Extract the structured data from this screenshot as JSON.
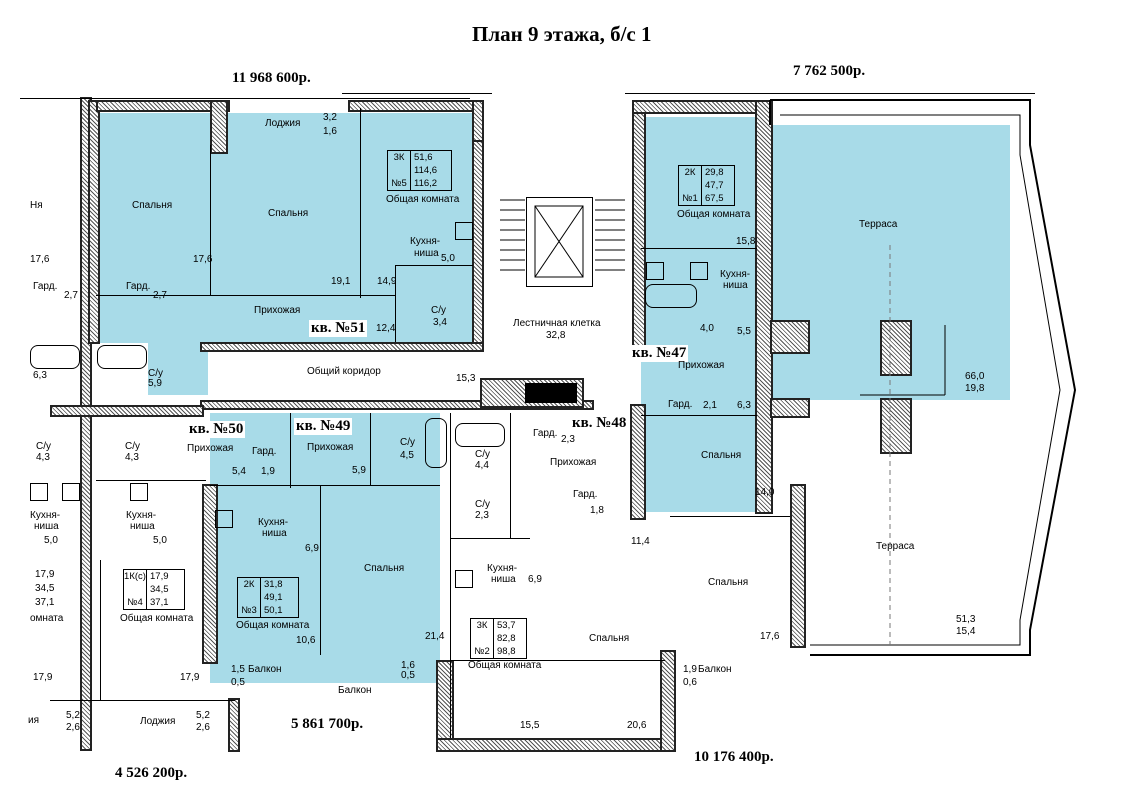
{
  "title": "План 9 этажа, б/с 1",
  "prices": {
    "p1": "11 968 600р.",
    "p2": "7 762 500р.",
    "p3": "5 861 700р.",
    "p4": "4 526 200р.",
    "p5": "10 176 400р."
  },
  "apartments": {
    "a51": "кв. №51",
    "a47": "кв. №47",
    "a50": "кв. №50",
    "a49": "кв. №49",
    "a48": "кв. №48"
  },
  "info_boxes": {
    "k5": {
      "rooms": "3К",
      "num": "№5",
      "v1": "51,6",
      "v2": "114,6",
      "v3": "116,2",
      "caption": "Общая комната"
    },
    "k1": {
      "rooms": "2К",
      "num": "№1",
      "v1": "29,8",
      "v2": "47,7",
      "v3": "67,5",
      "caption": "Общая комната"
    },
    "k3": {
      "rooms": "2К",
      "num": "№3",
      "v1": "31,8",
      "v2": "49,1",
      "v3": "50,1",
      "caption": "Общая комната"
    },
    "k4": {
      "rooms": "1К(с)",
      "num": "№4",
      "v1": "17,9",
      "v2": "34,5",
      "v3": "37,1",
      "caption": "Общая комната"
    },
    "k2": {
      "rooms": "3К",
      "num": "№2",
      "v1": "53,7",
      "v2": "82,8",
      "v3": "98,8",
      "caption": "Общая комната"
    }
  },
  "room_labels": {
    "loggia1": "Лоджия",
    "bed1": "Спальня",
    "bed2": "Спальня",
    "kitchen51": "Кухня-",
    "kitchen51b": "ниша",
    "hall51": "Прихожая",
    "gard51": "Гард.",
    "bath51": "С/у",
    "corridor": "Общий коридор",
    "stair": "Лестничная клетка",
    "stair_area": "32,8",
    "terrace1": "Терраса",
    "terrace2": "Терраса",
    "kitchen47": "Кухня-",
    "kitchen47b": "ниша",
    "hall47": "Прихожая",
    "gard47": "Гард.",
    "bed47": "Спальня",
    "hall50": "Прихожая",
    "gard50": "Гард.",
    "hall49": "Прихожая",
    "bath49": "С/у",
    "kitchen49": "Кухня-",
    "kitchen49b": "ниша",
    "bed49": "Спальня",
    "balcony49a": "Балкон",
    "balcony49b": "Балкон",
    "gard48a": "Гард.",
    "hall48": "Прихожая",
    "bath48a": "С/у",
    "bath48b": "С/у",
    "gard48b": "Гард.",
    "kitchen48": "Кухня-",
    "kitchen48b": "ниша",
    "bed48a": "Спальня",
    "bed48b": "Спальня",
    "balcony48": "Балкон",
    "bathL1": "С/у",
    "bathL2": "С/у",
    "kitchenL1": "Кухня-",
    "kitchenL1b": "ниша",
    "kitchenL2": "Кухня-",
    "kitchenL2b": "ниша",
    "loggiaL": "Лоджия",
    "gardL": "Гард.",
    "bedL": "Спальня",
    "comL": "омната",
    "leftcut": "Ня",
    "leftcut2": "ия"
  },
  "areas": {
    "a32": "3,2",
    "a16": "1,6",
    "a176a": "17,6",
    "a176b": "17,6",
    "a191": "19,1",
    "a149": "14,9",
    "a50k": "5,0",
    "a124": "12,4",
    "a34": "3,4",
    "a27a": "2,7",
    "a27b": "2,7",
    "a59": "5,9",
    "a153": "15,3",
    "a158": "15,8",
    "a40": "4,0",
    "a55": "5,5",
    "a21": "2,1",
    "a63": "6,3",
    "a140": "14,0",
    "a660": "66,0",
    "a198": "19,8",
    "a513": "51,3",
    "a154": "15,4",
    "a54": "5,4",
    "a19": "1,9",
    "a59b": "5,9",
    "a45": "4,5",
    "a69": "6,9",
    "a106": "10,6",
    "a214": "21,4",
    "a15": "1,5",
    "a05": "0,5",
    "a16b": "1,6",
    "a05b": "0,5",
    "a23": "2,3",
    "a44": "4,4",
    "a18": "1,8",
    "a23b": "2,3",
    "a114": "11,4",
    "a69b": "6,9",
    "a176c": "17,6",
    "a19b": "1,9",
    "a06": "0,6",
    "a155": "15,5",
    "a206": "20,6",
    "a63L": "6,3",
    "a43a": "4,3",
    "a43b": "4,3",
    "a50a": "5,0",
    "a50b": "5,0",
    "a179a": "17,9",
    "a179b": "17,9",
    "a52a": "5,2",
    "a26a": "2,6",
    "a52b": "5,2",
    "a26b": "2,6"
  }
}
